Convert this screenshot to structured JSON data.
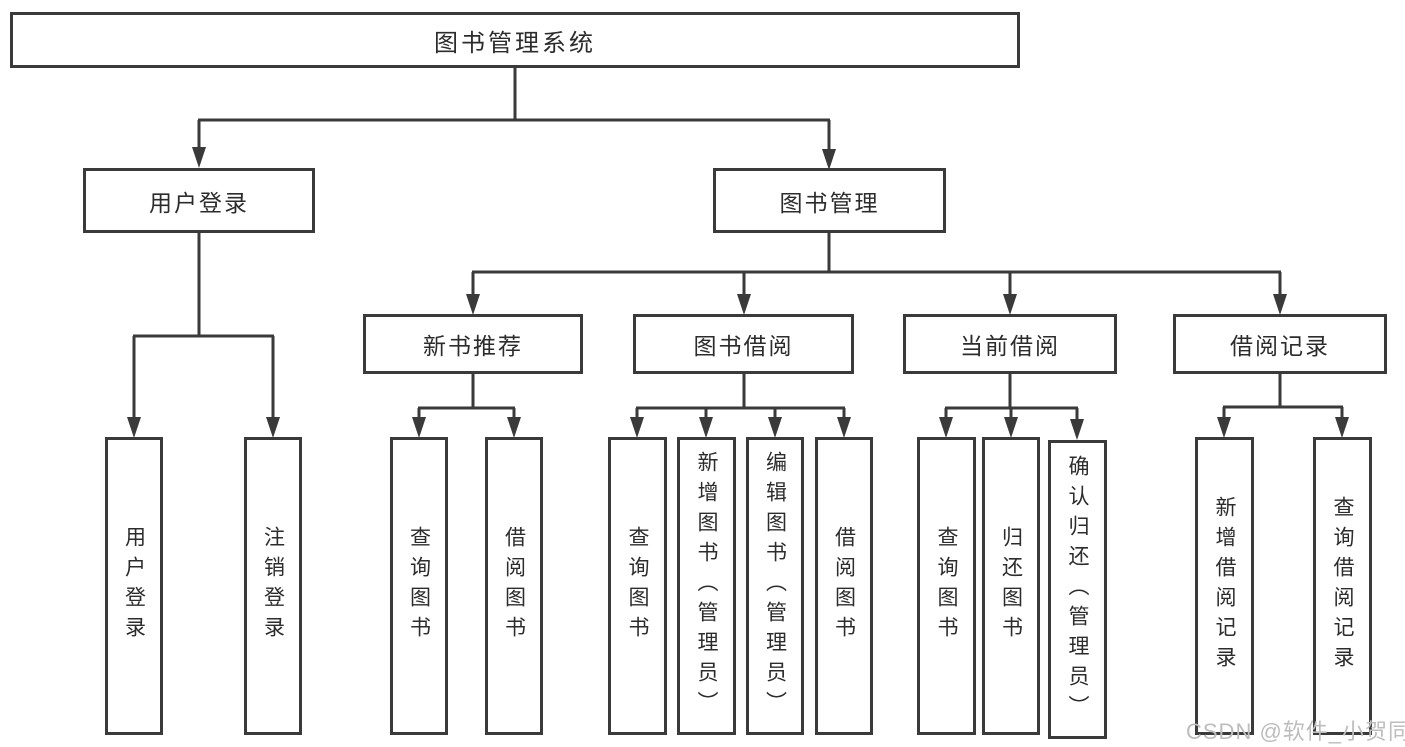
{
  "diagram": {
    "title": "图书管理系统",
    "type": "hierarchy-tree",
    "colors": {
      "line": "#3a3a3a",
      "box_border": "#3a3a3a",
      "text": "#2c2c2c",
      "background": "#ffffff",
      "watermark_text": "#bdbdbd"
    },
    "tree": {
      "label": "图书管理系统",
      "children": [
        {
          "label": "用户登录",
          "children": [
            {
              "label": "用户登录"
            },
            {
              "label": "注销登录"
            }
          ]
        },
        {
          "label": "图书管理",
          "children": [
            {
              "label": "新书推荐",
              "children": [
                {
                  "label": "查询图书"
                },
                {
                  "label": "借阅图书"
                }
              ]
            },
            {
              "label": "图书借阅",
              "children": [
                {
                  "label": "查询图书"
                },
                {
                  "label": "新增图书（管理员）"
                },
                {
                  "label": "编辑图书（管理员）"
                },
                {
                  "label": "借阅图书"
                }
              ]
            },
            {
              "label": "当前借阅",
              "children": [
                {
                  "label": "查询图书"
                },
                {
                  "label": "归还图书"
                },
                {
                  "label": "确认归还（管理员）"
                }
              ]
            },
            {
              "label": "借阅记录",
              "children": [
                {
                  "label": "新增借阅记录"
                },
                {
                  "label": "查询借阅记录"
                }
              ]
            }
          ]
        }
      ]
    }
  },
  "watermark": {
    "text": "CSDN @软件_小贺同学"
  }
}
